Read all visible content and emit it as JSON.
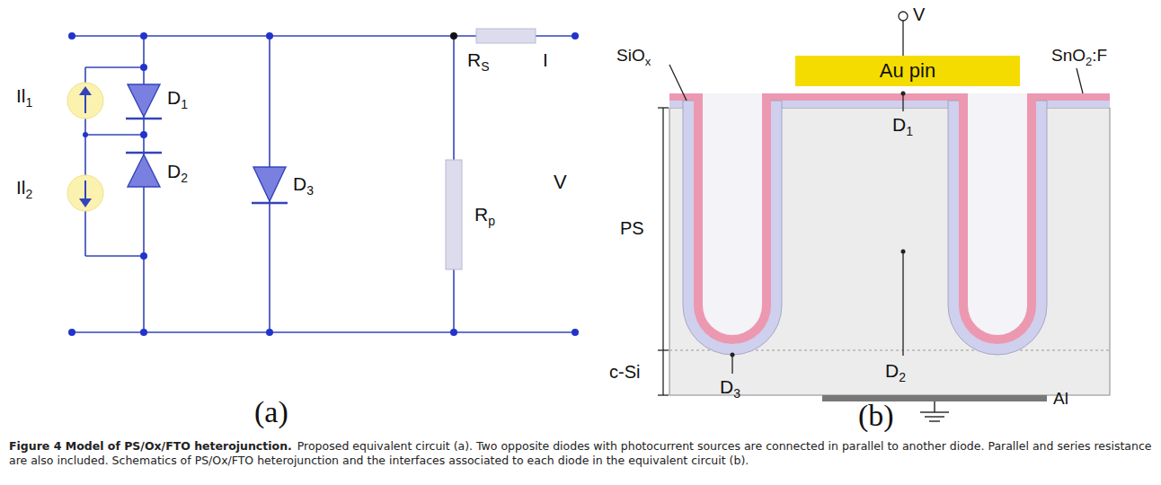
{
  "diagram": {
    "title": "Figure 4 Model of PS/Ox/FTO heterojunction.",
    "caption": "Proposed equivalent circuit (a). Two opposite diodes with photocurrent sources are connected in parallel to another diode. Parallel and series resistance are also included. Schematics of PS/Ox/FTO heterojunction and the interfaces associated to each diode in the equivalent circuit (b).",
    "nodes": [
      {
        "text": [
          "Au pin"
        ]
      }
    ],
    "labels": [
      "Il",
      "1",
      "D",
      "1",
      "Il",
      "2",
      "D",
      "2",
      "D",
      "3",
      "R",
      "S",
      "I",
      "V",
      "R",
      "p",
      "(a)",
      "V",
      "SiO",
      "x",
      "SnO",
      "2",
      ":F",
      "D",
      "1",
      "PS",
      "c-Si",
      "D",
      "3",
      "D",
      "2",
      "Al",
      "(b)"
    ]
  }
}
